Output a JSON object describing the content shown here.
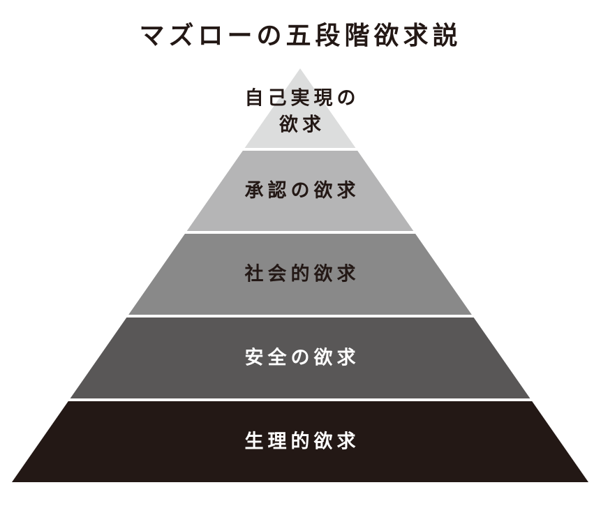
{
  "title": "マズローの五段階欲求説",
  "levels": [
    {
      "lines": [
        "自己実現の",
        "欲求"
      ],
      "fill": "#dcdddd",
      "text_color": "#231815"
    },
    {
      "lines": [
        "承認の欲求"
      ],
      "fill": "#b5b5b6",
      "text_color": "#231815"
    },
    {
      "lines": [
        "社会的欲求"
      ],
      "fill": "#898989",
      "text_color": "#231815"
    },
    {
      "lines": [
        "安全の欲求"
      ],
      "fill": "#595757",
      "text_color": "#ffffff"
    },
    {
      "lines": [
        "生理的欲求"
      ],
      "fill": "#231815",
      "text_color": "#ffffff"
    }
  ]
}
